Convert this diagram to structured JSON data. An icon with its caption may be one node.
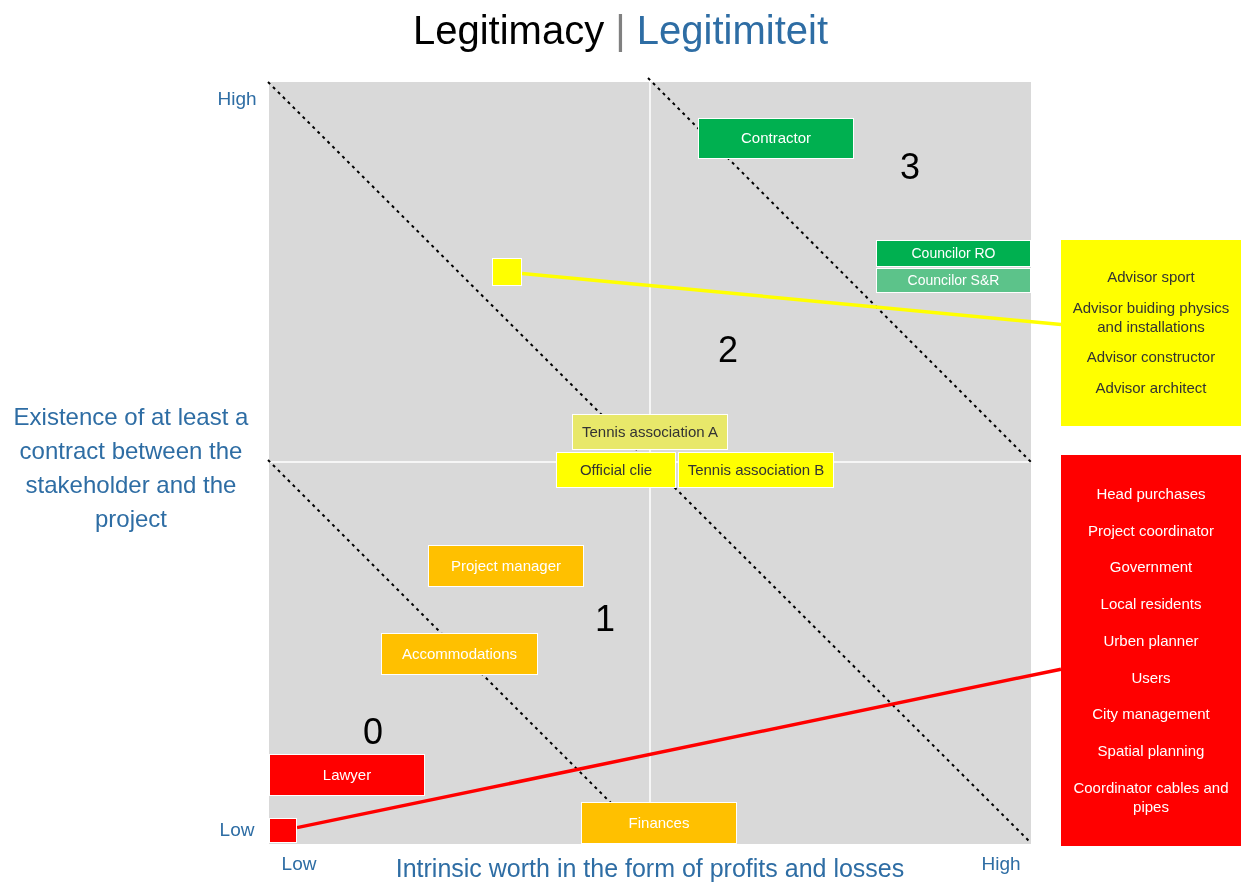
{
  "diagram": {
    "title": "Legitimacy | Legitimiteit",
    "nodes": [
      {
        "text": [
          "Contractor"
        ]
      },
      {
        "text": [
          "Councilor RO"
        ]
      },
      {
        "text": [
          "Councilor S&R"
        ]
      },
      {
        "text": [],
        "shape": "box"
      },
      {
        "text": [
          "Advisor sport",
          "Advisor buiding physics and installations",
          "Advisor constructor",
          "Advisor architect"
        ]
      },
      {
        "text": [
          "Tennis association A"
        ]
      },
      {
        "text": [
          "Official clie"
        ]
      },
      {
        "text": [
          "Tennis association B"
        ]
      },
      {
        "text": [
          "Project manager"
        ]
      },
      {
        "text": [
          "Accommodations"
        ]
      },
      {
        "text": [
          "Lawyer"
        ]
      },
      {
        "text": [],
        "shape": "box"
      },
      {
        "text": [
          "Finances"
        ]
      },
      {
        "text": [
          "Head purchases",
          "Project coordinator",
          "Government",
          "Local residents",
          "Urben planner",
          "Users",
          "City management",
          "Spatial planning",
          "Coordinator cables and pipes"
        ]
      }
    ],
    "edges": [
      {
        "from": 3,
        "to": 4,
        "arrow": "none",
        "color": "#ffff00"
      },
      {
        "from": 11,
        "to": 13,
        "arrow": "none",
        "color": "#ff0000"
      }
    ],
    "labels": [
      "High",
      "3",
      "2",
      "Existence of at least a contract between the stakeholder and the project",
      "1",
      "0",
      "Low",
      "Low",
      "Intrinsic worth in the form of profits and losses",
      "High"
    ]
  }
}
